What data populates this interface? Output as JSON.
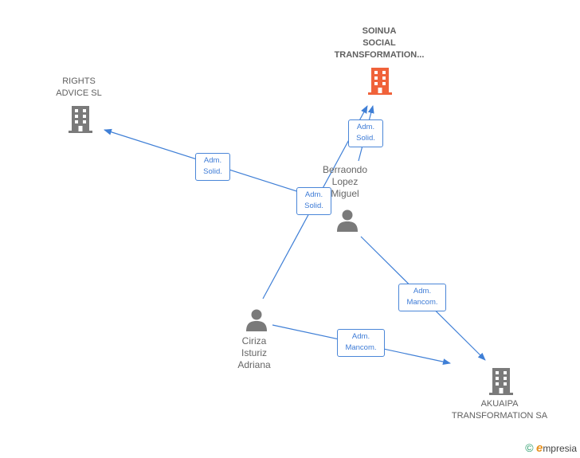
{
  "colors": {
    "edge": "#3f7fd6",
    "company_icon": "#7a7a7a",
    "focus_company_icon": "#f0623a",
    "person_icon": "#7a7a7a"
  },
  "nodes": {
    "soinua": {
      "label": "SOINUA\nSOCIAL\nTRANSFORMATION...",
      "icon": "building-icon",
      "focus": true
    },
    "rights": {
      "label": "RIGHTS\nADVICE  SL",
      "icon": "building-icon"
    },
    "akuaipa": {
      "label": "AKUAIPA\nTRANSFORMATION SA",
      "icon": "building-icon"
    },
    "berraondo": {
      "label": "Berraondo\nLopez\nMiguel",
      "icon": "person-icon"
    },
    "ciriza": {
      "label": "Ciriza\nIsturiz\nAdriana",
      "icon": "person-icon"
    }
  },
  "edges": [
    {
      "label": "Adm.\nSolid."
    },
    {
      "label": "Adm.\nSolid."
    },
    {
      "label": "Adm.\nSolid."
    },
    {
      "label": "Adm.\nMancom."
    },
    {
      "label": "Adm.\nMancom."
    }
  ],
  "brand": {
    "copyright": "©",
    "initial": "e",
    "name": "mpresia"
  }
}
